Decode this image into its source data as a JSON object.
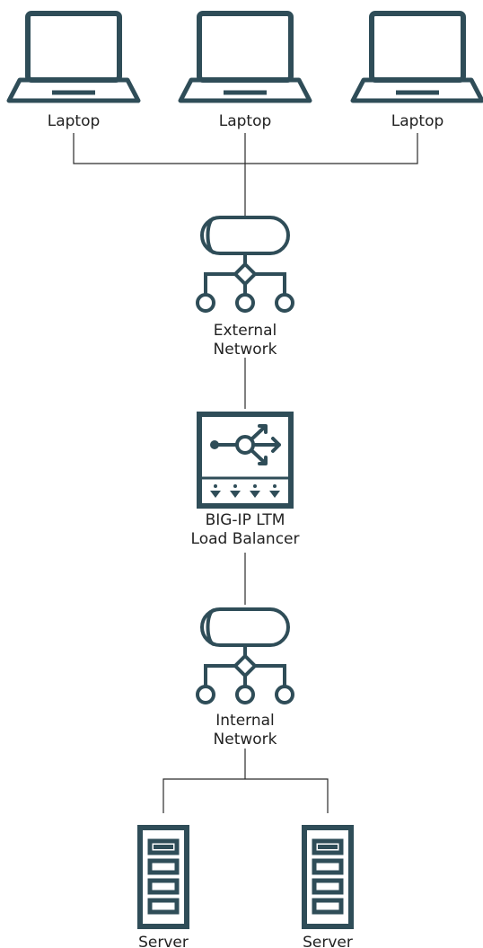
{
  "colors": {
    "icon": "#2f4d58",
    "connector": "#2b2b2b",
    "label": "#222222",
    "background": "#ffffff"
  },
  "nodes": {
    "laptops": [
      {
        "icon": "laptop-icon",
        "label": "Laptop"
      },
      {
        "icon": "laptop-icon",
        "label": "Laptop"
      },
      {
        "icon": "laptop-icon",
        "label": "Laptop"
      }
    ],
    "external_network": {
      "icon": "network-icon",
      "label_lines": [
        "External",
        "Network"
      ]
    },
    "load_balancer": {
      "icon": "load-balancer-icon",
      "label_lines": [
        "BIG-IP LTM",
        "Load Balancer"
      ]
    },
    "internal_network": {
      "icon": "network-icon",
      "label_lines": [
        "Internal",
        "Network"
      ]
    },
    "servers": [
      {
        "icon": "server-icon",
        "label": "Server"
      },
      {
        "icon": "server-icon",
        "label": "Server"
      }
    ]
  }
}
